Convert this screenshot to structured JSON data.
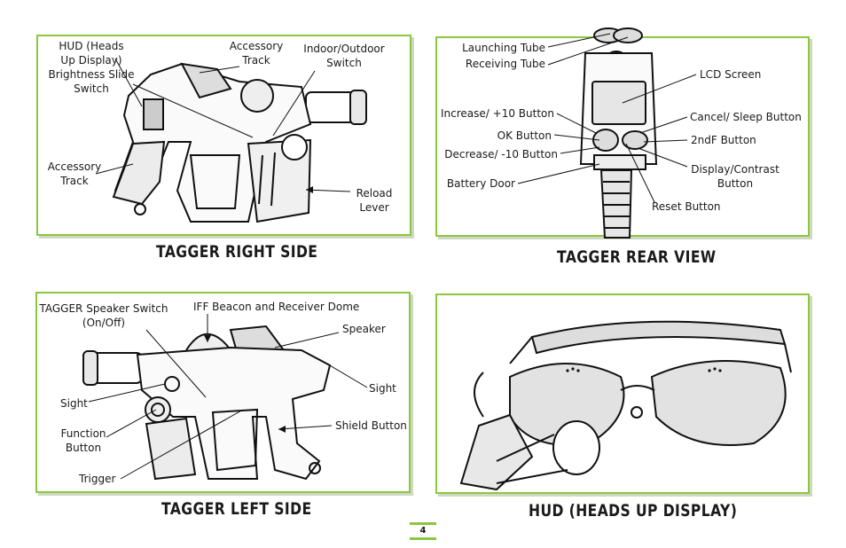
{
  "page_number": "4",
  "right_side": {
    "caption": "TAGGER RIGHT SIDE",
    "labels": {
      "hud_switch": "HUD (Heads\nUp Display)\nBrightness Slide\nSwitch",
      "accessory_track_top": "Accessory\nTrack",
      "indoor_outdoor": "Indoor/Outdoor\nSwitch",
      "accessory_track_left": "Accessory\nTrack",
      "reload_lever": "Reload\nLever"
    }
  },
  "rear_view": {
    "caption": "TAGGER REAR VIEW",
    "labels": {
      "launching_tube": "Launching Tube",
      "receiving_tube": "Receiving Tube",
      "lcd_screen": "LCD Screen",
      "increase": "Increase/ +10 Button",
      "cancel_sleep": "Cancel/ Sleep Button",
      "ok": "OK Button",
      "second_f": "2ndF Button",
      "decrease": "Decrease/ -10 Button",
      "display_contrast": "Display/Contrast\nButton",
      "battery_door": "Battery Door",
      "reset": "Reset Button"
    }
  },
  "left_side": {
    "caption": "TAGGER LEFT SIDE",
    "labels": {
      "speaker_switch": "TAGGER Speaker Switch\n(On/Off)",
      "iff_beacon": "IFF Beacon and Receiver Dome",
      "speaker": "Speaker",
      "sight_right": "Sight",
      "sight_left": "Sight",
      "function_button": "Function\nButton",
      "shield_button": "Shield Button",
      "trigger": "Trigger"
    }
  },
  "hud": {
    "caption": "HUD (HEADS UP DISPLAY)"
  },
  "colors": {
    "panel_border": "#8cc63f",
    "text": "#1a1a1a"
  }
}
